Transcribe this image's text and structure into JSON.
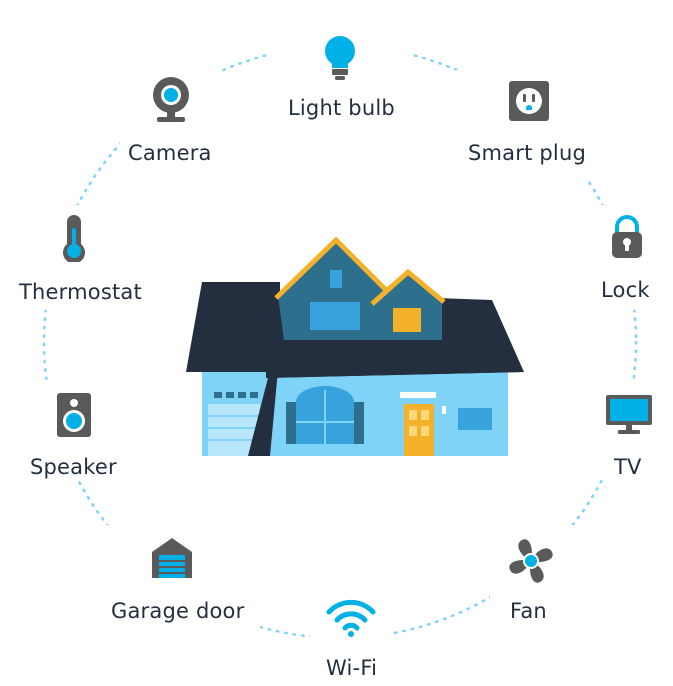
{
  "devices": {
    "light_bulb": "Light bulb",
    "smart_plug": "Smart plug",
    "lock": "Lock",
    "tv": "TV",
    "fan": "Fan",
    "wifi": "Wi-Fi",
    "garage_door": "Garage door",
    "speaker": "Speaker",
    "thermostat": "Thermostat",
    "camera": "Camera"
  },
  "colors": {
    "dark": "#5a5a5a",
    "accent": "#00b0e6",
    "roof": "#232f3e",
    "gable": "#2e6f8e",
    "trim": "#f3b229",
    "wall": "#7fd3f7",
    "window": "#37a3dd",
    "dots": "#7fd3f7"
  }
}
